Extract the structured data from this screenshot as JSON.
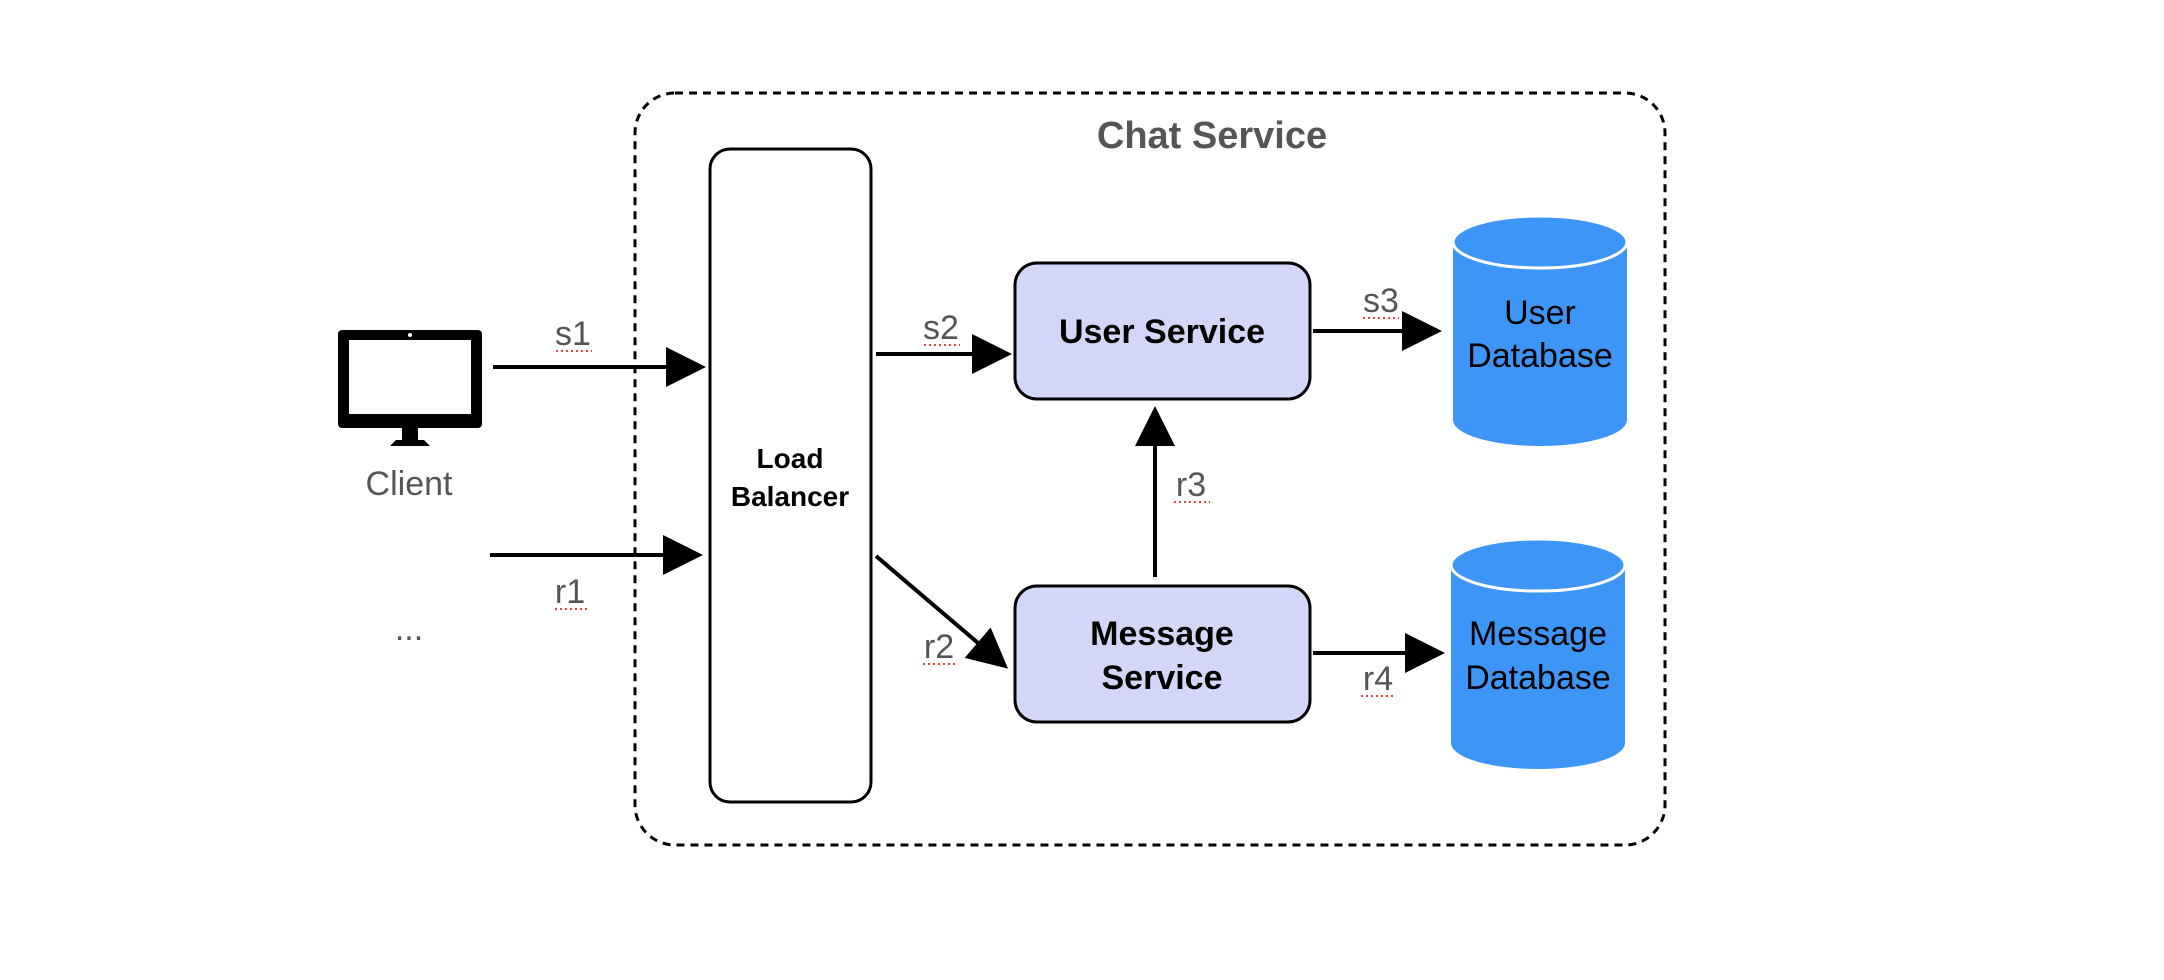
{
  "container": {
    "title": "Chat Service"
  },
  "client": {
    "label": "Client",
    "ellipsis": "..."
  },
  "load_balancer": {
    "line1": "Load",
    "line2": "Balancer"
  },
  "user_service": {
    "label": "User Service"
  },
  "message_service": {
    "line1": "Message",
    "line2": "Service"
  },
  "user_database": {
    "line1": "User",
    "line2": "Database"
  },
  "message_database": {
    "line1": "Message",
    "line2": "Database"
  },
  "edges": {
    "s1": "s1",
    "s2": "s2",
    "s3": "s3",
    "r1": "r1",
    "r2": "r2",
    "r3": "r3",
    "r4": "r4"
  },
  "colors": {
    "service_fill": "#d3d6f7",
    "database_fill": "#3d96f7",
    "text_gray": "#555555",
    "stroke": "#000000"
  }
}
